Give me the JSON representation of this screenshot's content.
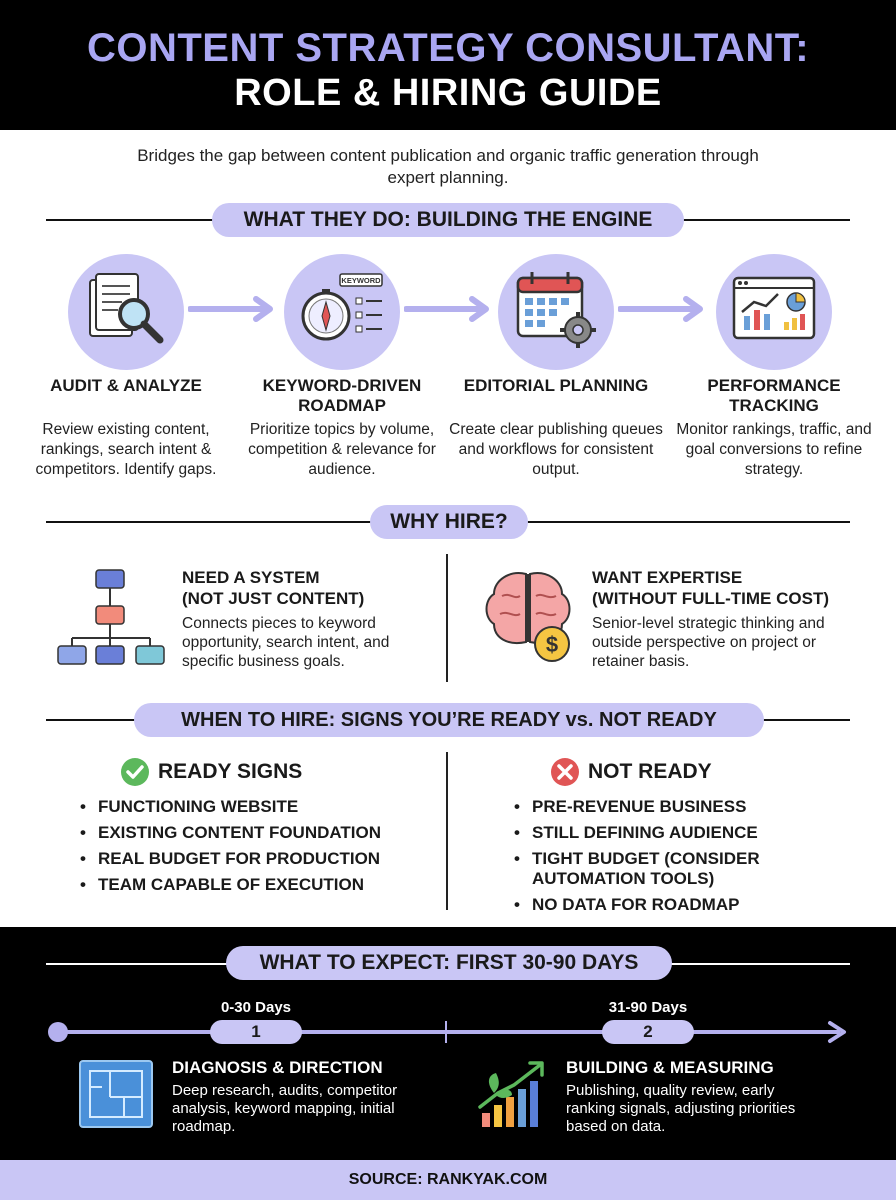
{
  "header": {
    "title_line1": "CONTENT STRATEGY CONSULTANT:",
    "title_line2": "ROLE & HIRING GUIDE"
  },
  "intro": "Bridges the gap between content publication and organic traffic generation through expert planning.",
  "what_they_do": {
    "heading": "WHAT THEY DO: BUILDING THE ENGINE",
    "keyword_tag": "KEYWORD",
    "steps": [
      {
        "title": "AUDIT & ANALYZE",
        "desc": "Review existing content, rankings, search intent & competitors. Identify gaps."
      },
      {
        "title": "KEYWORD-DRIVEN ROADMAP",
        "desc": "Prioritize topics by volume, competition & relevance for audience."
      },
      {
        "title": "EDITORIAL PLANNING",
        "desc": "Create clear publishing queues and workflows for consistent output."
      },
      {
        "title": "PERFORMANCE TRACKING",
        "desc": "Monitor rankings, traffic, and goal conversions to refine strategy."
      }
    ]
  },
  "why_hire": {
    "heading": "WHY HIRE?",
    "left": {
      "title_line1": "NEED A SYSTEM",
      "title_line2": "(NOT JUST CONTENT)",
      "desc": "Connects pieces to keyword opportunity, search intent, and specific business goals."
    },
    "right": {
      "title_line1": "WANT EXPERTISE",
      "title_line2": "(WITHOUT FULL-TIME COST)",
      "desc": "Senior-level strategic thinking and outside perspective on project or retainer basis."
    }
  },
  "when_to_hire": {
    "heading": "WHEN TO HIRE: SIGNS YOU’RE READY vs. NOT READY",
    "ready_heading": "READY SIGNS",
    "ready": [
      "FUNCTIONING WEBSITE",
      "EXISTING CONTENT FOUNDATION",
      "REAL BUDGET FOR PRODUCTION",
      "TEAM CAPABLE OF EXECUTION"
    ],
    "not_ready_heading": "NOT READY",
    "not_ready": [
      "PRE-REVENUE BUSINESS",
      "STILL DEFINING AUDIENCE",
      "TIGHT BUDGET (CONSIDER AUTOMATION TOOLS)",
      "NO DATA FOR ROADMAP"
    ]
  },
  "expect": {
    "heading": "WHAT TO EXPECT: FIRST 30-90 DAYS",
    "phases": [
      {
        "range": "0-30 Days",
        "num": "1",
        "title": "DIAGNOSIS & DIRECTION",
        "desc": "Deep research, audits, competitor analysis, keyword mapping, initial roadmap."
      },
      {
        "range": "31-90 Days",
        "num": "2",
        "title": "BUILDING & MEASURING",
        "desc": "Publishing, quality review, early ranking signals, adjusting priorities based on data."
      }
    ]
  },
  "footer": "SOURCE: RANKYAK.COM",
  "colors": {
    "accent_lavender": "#c9c6f5",
    "title_lavender": "#a9a6f2",
    "check_green": "#5cb85c",
    "cross_red": "#e05555"
  }
}
